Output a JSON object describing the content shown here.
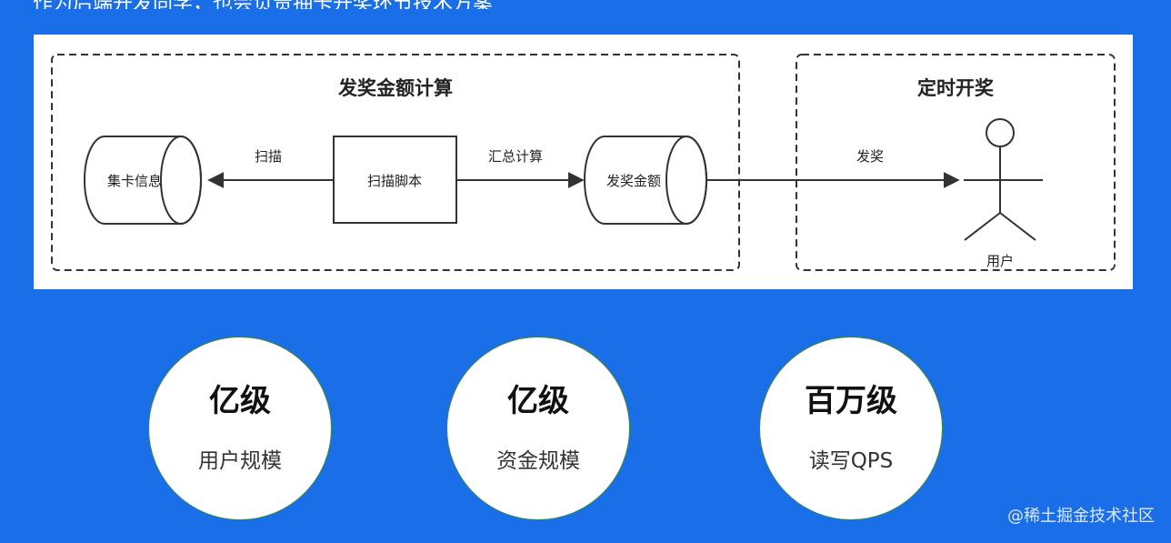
{
  "top_caption": "作为后端开发同学，也会负责抽卡开奖环节技术方案",
  "diagram": {
    "groups": [
      {
        "title": "发奖金额计算"
      },
      {
        "title": "定时开奖"
      }
    ],
    "nodes": {
      "card_info": "集卡信息",
      "scan_script": "扫描脚本",
      "prize_amount": "发奖金额",
      "user": "用户"
    },
    "edges": {
      "scan": "扫描",
      "summarize": "汇总计算",
      "award": "发奖"
    }
  },
  "stats": [
    {
      "value": "亿级",
      "label": "用户规模"
    },
    {
      "value": "亿级",
      "label": "资金规模"
    },
    {
      "value": "百万级",
      "label": "读写QPS"
    }
  ],
  "watermark": "@稀土掘金技术社区",
  "colors": {
    "background": "#1a6ee8",
    "panel": "#ffffff",
    "stroke": "#333333",
    "circle_border": "#3a8a3a"
  }
}
